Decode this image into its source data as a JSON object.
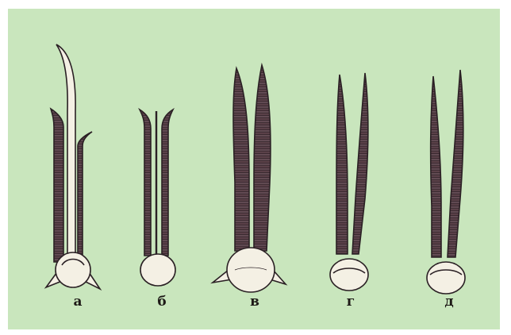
{
  "figure": {
    "background_color": "#c9e6bd",
    "organ_color": "#5a4048",
    "stripe_color": "#3a2a30",
    "light_color": "#f4f0e4",
    "outline_color": "#2a2024",
    "labels": [
      "а",
      "б",
      "в",
      "г",
      "д"
    ]
  }
}
